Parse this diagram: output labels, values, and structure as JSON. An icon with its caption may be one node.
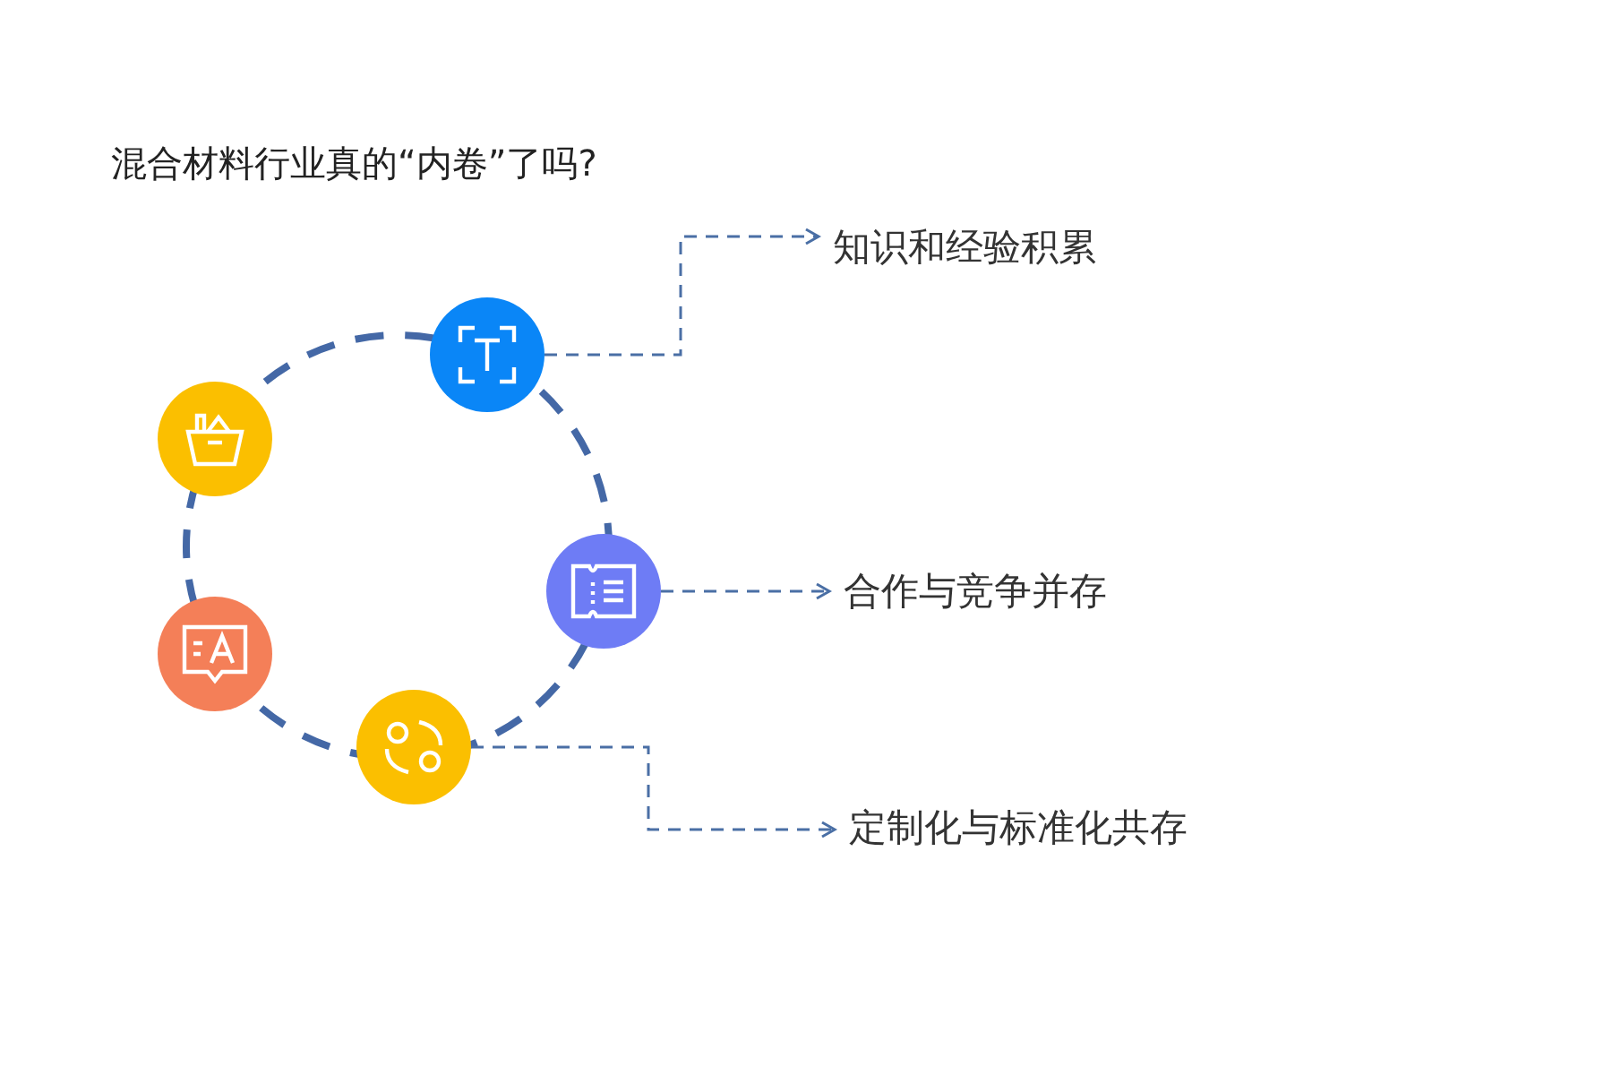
{
  "diagram": {
    "title": "混合材料行业真的“内卷”了吗?",
    "nodes": [
      {
        "text": [],
        "shape": "circle"
      },
      {
        "text": [],
        "shape": "circle"
      },
      {
        "text": [],
        "shape": "circle"
      },
      {
        "text": [],
        "shape": "circle"
      },
      {
        "text": [],
        "shape": "circle"
      },
      {
        "text": [
          "知识和经验积累"
        ]
      },
      {
        "text": [
          "合作与竞争并存"
        ]
      },
      {
        "text": [
          "定制化与标准化共存"
        ]
      }
    ],
    "edges": [
      {
        "from": 1,
        "to": 5,
        "arrow": "to",
        "style": "dashed"
      },
      {
        "from": 2,
        "to": 6,
        "arrow": "to",
        "style": "dashed"
      },
      {
        "from": 4,
        "to": 7,
        "arrow": "to",
        "style": "dashed"
      }
    ]
  }
}
